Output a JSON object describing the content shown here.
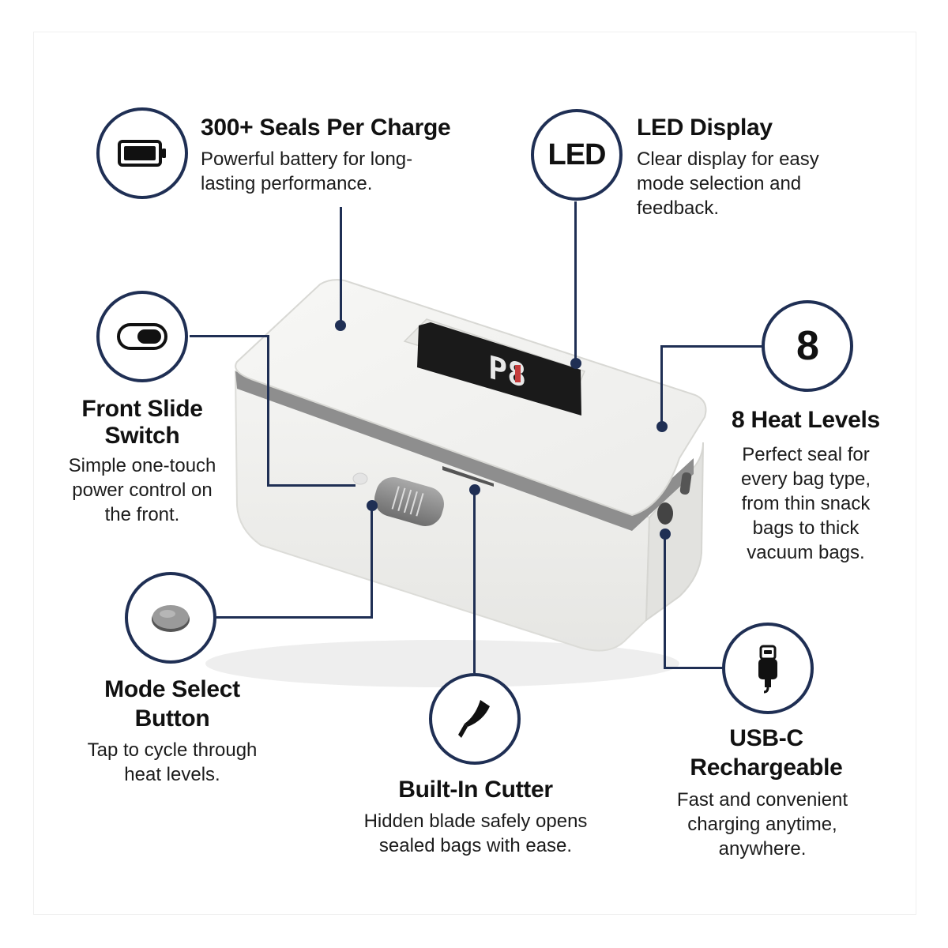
{
  "colors": {
    "accent": "#1f2f54",
    "text": "#111111",
    "device": "#f2f2f0",
    "display": "#1a1a1a",
    "digit": "#e8e8e8"
  },
  "device": {
    "display_reading": "P8"
  },
  "features": {
    "battery": {
      "icon": "battery-icon",
      "title": "300+ Seals Per Charge",
      "desc_1": "Powerful battery for long-",
      "desc_2": "lasting performance."
    },
    "led": {
      "icon_text": "LED",
      "title": "LED Display",
      "desc_1": "Clear display for easy",
      "desc_2": "mode selection and",
      "desc_3": "feedback."
    },
    "switch": {
      "icon": "toggle-switch-icon",
      "title_1": "Front Slide",
      "title_2": "Switch",
      "desc_1": "Simple one-touch",
      "desc_2": "power control on",
      "desc_3": "the front."
    },
    "heat": {
      "icon_text": "8",
      "title": "8 Heat Levels",
      "desc_1": "Perfect seal for",
      "desc_2": "every bag type,",
      "desc_3": "from thin snack",
      "desc_4": "bags to thick",
      "desc_5": "vacuum bags."
    },
    "mode": {
      "icon": "round-button-icon",
      "title_1": "Mode Select",
      "title_2": "Button",
      "desc_1": "Tap to cycle through",
      "desc_2": "heat levels."
    },
    "cutter": {
      "icon": "blade-icon",
      "title": "Built-In Cutter",
      "desc_1": "Hidden blade safely opens",
      "desc_2": "sealed bags with ease."
    },
    "usb": {
      "icon": "usb-c-plug-icon",
      "title_1": "USB-C",
      "title_2": "Rechargeable",
      "desc_1": "Fast and convenient",
      "desc_2": "charging anytime,",
      "desc_3": "anywhere."
    }
  }
}
